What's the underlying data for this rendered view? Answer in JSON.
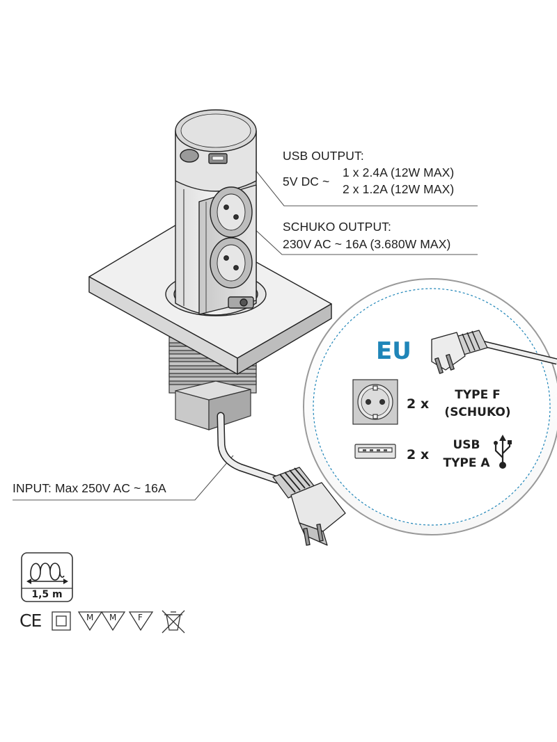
{
  "callouts": {
    "usb_title": "USB OUTPUT:",
    "usb_prefix": "5V DC ~",
    "usb_line1": "1 x 2.4A  (12W MAX)",
    "usb_line2": "2 x 1.2A  (12W MAX)",
    "schuko_title": "SCHUKO OUTPUT:",
    "schuko_line": "230V AC ~ 16A (3.680W MAX)",
    "input_line": "INPUT: Max 250V AC ~ 16A"
  },
  "eu_panel": {
    "title": "EU",
    "accent_color": "#1f85b8",
    "rows": [
      {
        "icon": "schuko-socket-icon",
        "qty": "2 x",
        "line1": "TYPE F",
        "line2": "(SCHUKO)"
      },
      {
        "icon": "usb-port-icon",
        "qty": "2 x",
        "line1": "USB",
        "line2": "TYPE A",
        "symbol": "usb-symbol-icon"
      }
    ]
  },
  "cable": {
    "length": "1,5 m",
    "icon": "coiled-cable-icon"
  },
  "certifications": {
    "ce": "CE",
    "marks": [
      {
        "icon": "double-insulation-icon"
      },
      {
        "icon": "furniture-m-mark-icon",
        "letter": "M"
      },
      {
        "icon": "furniture-m-mark-icon",
        "letter": "M"
      },
      {
        "icon": "furniture-f-mark-icon",
        "letter": "F"
      },
      {
        "icon": "weee-bin-icon"
      }
    ]
  }
}
